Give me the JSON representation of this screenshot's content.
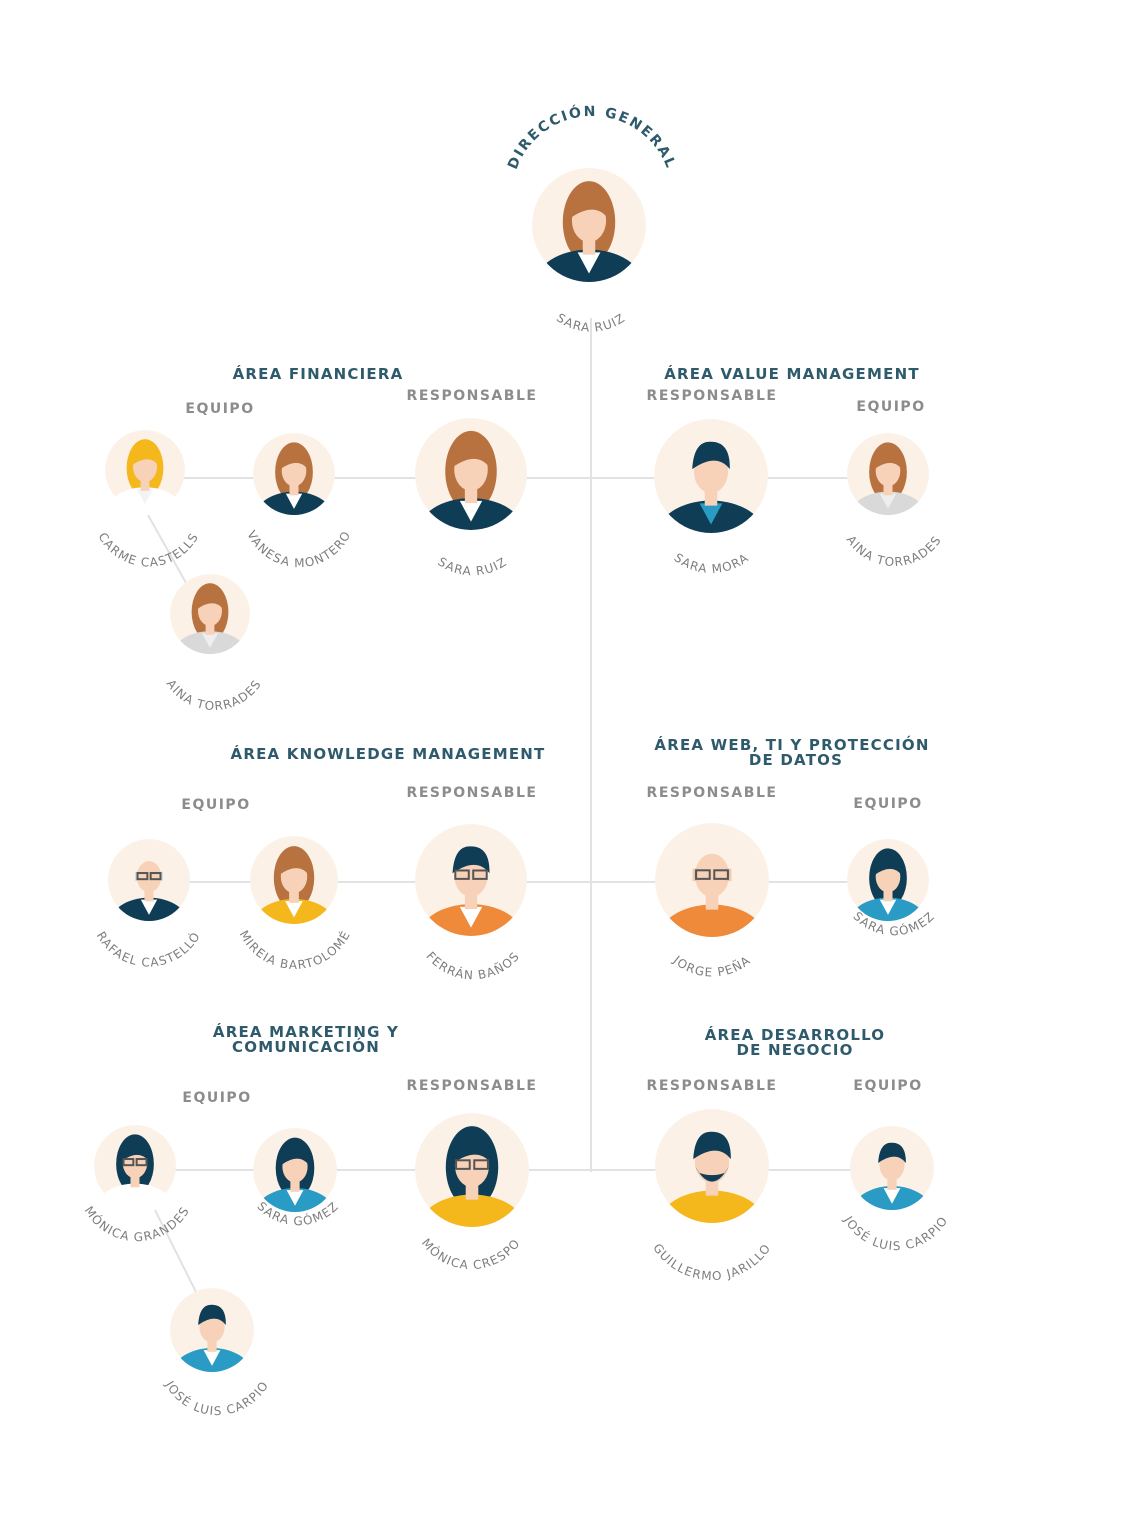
{
  "top": {
    "title": "DIRECCIÓN GENERAL",
    "name": "SARA RUIZ"
  },
  "areas": [
    {
      "title": "ÁREA FINANCIERA",
      "responsable_label": "RESPONSABLE",
      "equipo_label": "EQUIPO"
    },
    {
      "title": "ÁREA VALUE MANAGEMENT",
      "responsable_label": "RESPONSABLE",
      "equipo_label": "EQUIPO"
    },
    {
      "title": "ÁREA KNOWLEDGE MANAGEMENT",
      "responsable_label": "RESPONSABLE",
      "equipo_label": "EQUIPO"
    },
    {
      "title_line1": "ÁREA WEB, TI Y PROTECCIÓN",
      "title_line2": "DE DATOS",
      "responsable_label": "RESPONSABLE",
      "equipo_label": "EQUIPO"
    },
    {
      "title_line1": "ÁREA MARKETING Y",
      "title_line2": "COMUNICACIÓN",
      "responsable_label": "RESPONSABLE",
      "equipo_label": "EQUIPO"
    },
    {
      "title_line1": "ÁREA DESARROLLO",
      "title_line2": "DE NEGOCIO",
      "responsable_label": "RESPONSABLE",
      "equipo_label": "EQUIPO"
    }
  ],
  "people": [
    {
      "name": "SARA RUIZ",
      "avatar": "woman-long-hair-suit-icon"
    },
    {
      "name": "CARME CASTELLS",
      "avatar": "woman-blonde-hair-icon"
    },
    {
      "name": "VANESA MONTERO",
      "avatar": "woman-long-hair-suit-icon"
    },
    {
      "name": "SARA RUIZ",
      "avatar": "woman-long-hair-suit-icon"
    },
    {
      "name": "AINA TORRADES",
      "avatar": "woman-long-hair-grey-top-icon"
    },
    {
      "name": "SARA MORA",
      "avatar": "man-dark-hair-suit-icon"
    },
    {
      "name": "AINA TORRADES",
      "avatar": "woman-long-hair-grey-top-icon"
    },
    {
      "name": "RAFAEL CASTELLÓ",
      "avatar": "bald-man-glasses-beard-icon"
    },
    {
      "name": "MIREIA BARTOLOMÉ",
      "avatar": "woman-long-hair-yellow-top-icon"
    },
    {
      "name": "FERRÁN BAÑOS",
      "avatar": "man-glasses-orange-sweater-icon"
    },
    {
      "name": "JORGE PEÑA",
      "avatar": "bald-man-glasses-orange-top-icon"
    },
    {
      "name": "SARA GÓMEZ",
      "avatar": "woman-bun-hair-blue-top-icon"
    },
    {
      "name": "MÓNICA GRANDES",
      "avatar": "woman-curly-hair-glasses-icon"
    },
    {
      "name": "SARA GÓMEZ",
      "avatar": "woman-bun-hair-blue-top-icon"
    },
    {
      "name": "MÓNICA CRESPO",
      "avatar": "woman-bob-hair-glasses-yellow-top-icon"
    },
    {
      "name": "JOSÉ LUIS CARPIO",
      "avatar": "man-short-hair-blue-sweater-icon"
    },
    {
      "name": "GUILLERMO JARILLO",
      "avatar": "man-beard-yellow-top-icon"
    },
    {
      "name": "JOSÉ LUIS CARPIO",
      "avatar": "man-short-hair-blue-sweater-icon"
    }
  ],
  "colors": {
    "title": "#2e5a6b",
    "label": "#8c8c8c",
    "line": "#e2e2e2",
    "avatar_bg": "#fbf1e7",
    "skin": "#f7d2b9",
    "navy": "#0f3d55",
    "orange": "#ef8a3a",
    "yellow": "#f4b81d",
    "blue": "#2a9bc5",
    "brown": "#b8723f"
  }
}
